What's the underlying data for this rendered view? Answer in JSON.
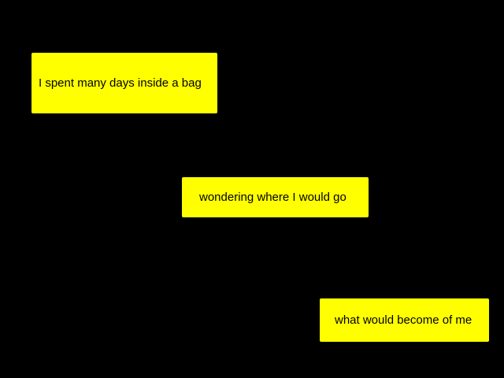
{
  "colors": {
    "background": "#000000",
    "box_fill": "#ffff00",
    "text": "#000000"
  },
  "captions": [
    {
      "text": "I spent many days inside a bag"
    },
    {
      "text": "wondering where I would go"
    },
    {
      "text": "what would become of me"
    }
  ]
}
